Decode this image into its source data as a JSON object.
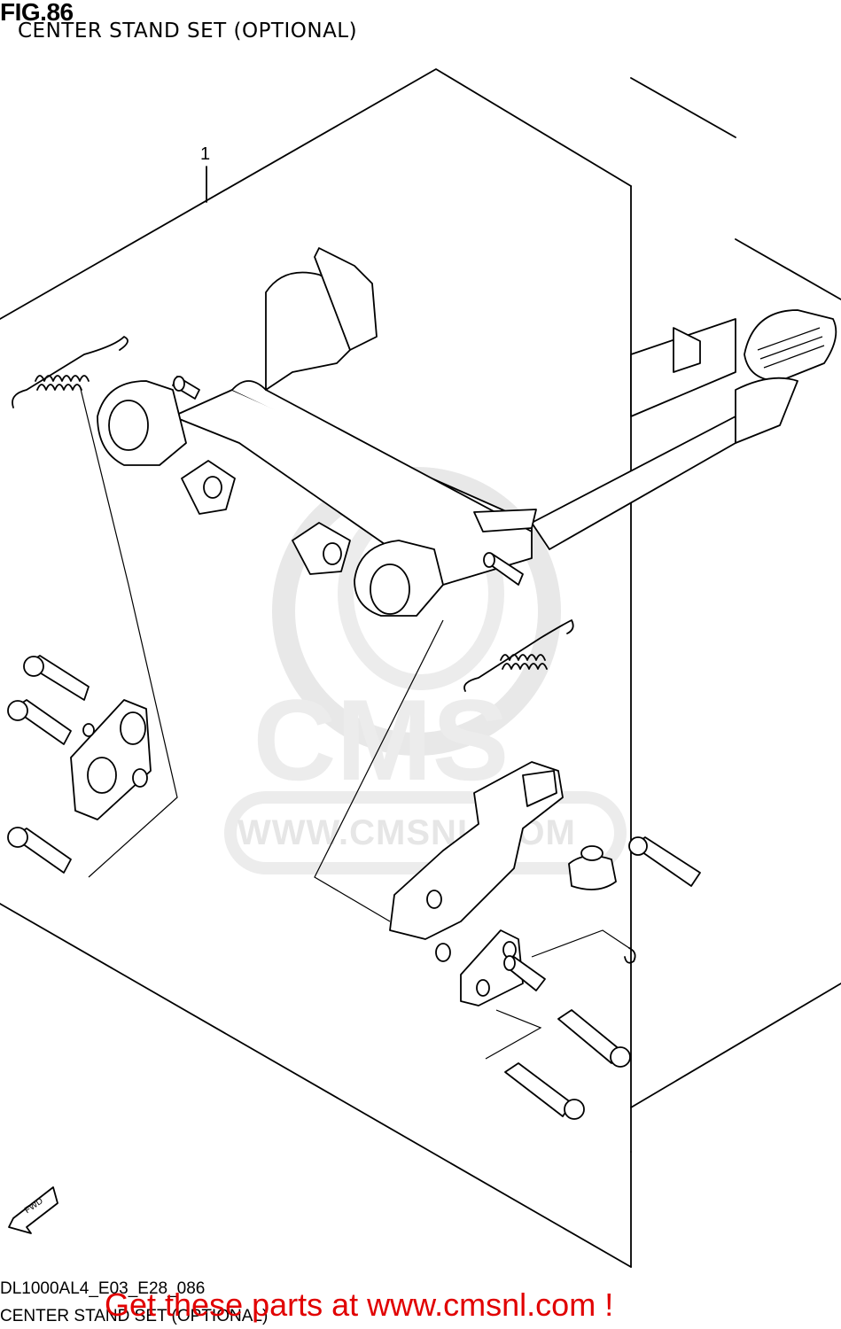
{
  "header": {
    "fig_number": "FIG.86",
    "fig_title": "CENTER STAND SET (OPTIONAL)"
  },
  "diagram": {
    "callouts": [
      "1"
    ],
    "direction_label": "FWD"
  },
  "watermark": {
    "logo_text": "CMS",
    "url_text": "WWW.CMSNL.COM"
  },
  "footer": {
    "model_code": "DL1000AL4_E03_E28_086",
    "title": "CENTER STAND SET (OPTIONAL)",
    "cta": "Get these parts at www.cmsnl.com !"
  },
  "colors": {
    "cta": "#e10000",
    "watermark": "#e6e6e6",
    "line": "#000000"
  }
}
